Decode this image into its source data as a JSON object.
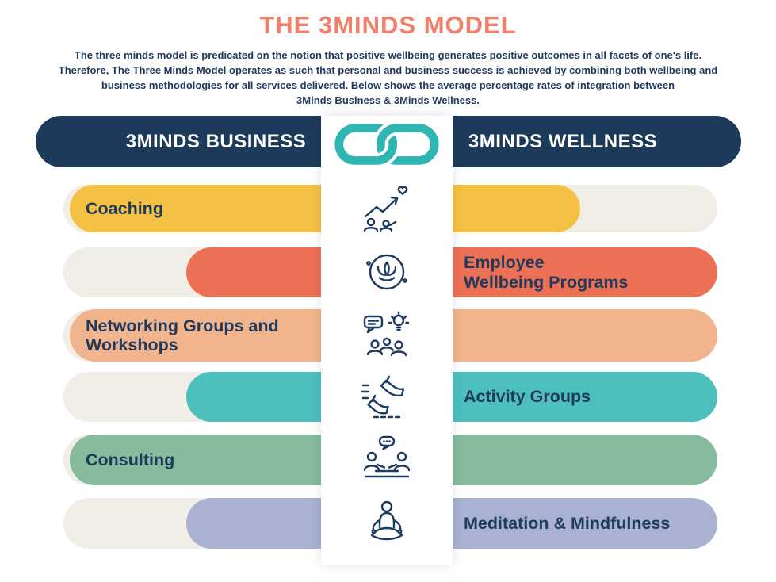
{
  "title": "THE 3MINDS MODEL",
  "description": "The three minds model is predicated on the notion that positive wellbeing generates positive outcomes in all facets of one's life.\nTherefore, The Three Minds Model operates as such that personal and business success is achieved by combining both wellbeing and\nbusiness methodologies for all services delivered. Below shows the average percentage rates of integration between\n3Minds Business & 3Minds Wellness.",
  "header": {
    "business_label": "3MINDS BUSINESS",
    "wellness_label": "3MINDS WELLNESS",
    "logo_icon": "chain-link-icon"
  },
  "colors": {
    "title": "#F0806B",
    "desc": "#223A5E",
    "navy": "#1C3A59",
    "track": "#F1EDE7",
    "label": "#1F3A5C",
    "iconcolor": "#1D3A5F",
    "logo": "#2FB5B2"
  },
  "rows": [
    {
      "label": "Coaching",
      "side": "business",
      "color": "#F5C144",
      "icon": "growth-heart-icon",
      "start": 0.01,
      "end": 0.79
    },
    {
      "label": "Employee\nWellbeing Programs",
      "side": "wellness",
      "color": "#EB7056",
      "icon": "lotus-wellbeing-icon",
      "start": 0.188,
      "end": 1
    },
    {
      "label": "Networking Groups and\nWorkshops",
      "side": "business",
      "color": "#F2B48C",
      "icon": "group-discussion-idea-icon",
      "start": 0.01,
      "end": 1
    },
    {
      "label": "Activity Groups",
      "side": "wellness",
      "color": "#4DC0BE",
      "icon": "walking-activity-icon",
      "start": 0.188,
      "end": 1
    },
    {
      "label": "Consulting",
      "side": "business",
      "color": "#86BB9E",
      "icon": "consulting-discussion-icon",
      "start": 0.01,
      "end": 1
    },
    {
      "label": "Meditation & Mindfulness",
      "side": "wellness",
      "color": "#A9B2D2",
      "icon": "meditation-icon",
      "start": 0.188,
      "end": 1
    }
  ]
}
